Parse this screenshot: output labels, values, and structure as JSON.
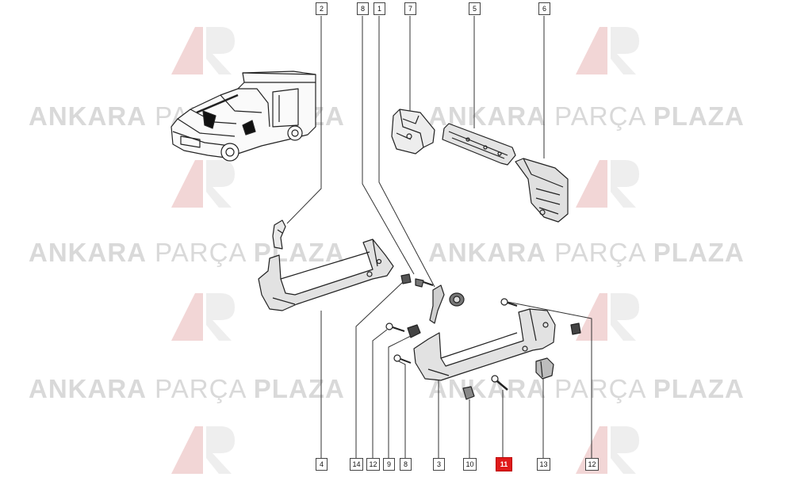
{
  "watermark": {
    "brand_first": "ANKARA",
    "brand_middle": "PARÇA",
    "brand_last": "PLAZA",
    "logo_color": "#cc3333"
  },
  "diagram": {
    "top_callouts": [
      "2",
      "8",
      "1",
      "7",
      "5",
      "6"
    ],
    "bottom_callouts": [
      "4",
      "14",
      "12",
      "9",
      "8",
      "3",
      "10",
      "11",
      "13",
      "12"
    ],
    "highlighted_callout": "11",
    "highlight_color": "#e01a1a"
  }
}
